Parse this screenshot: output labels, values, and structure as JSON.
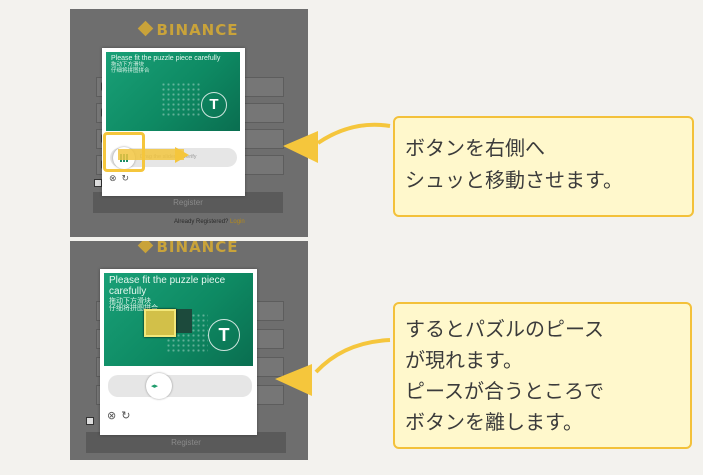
{
  "brand": {
    "name": "BINANCE"
  },
  "screenshot1": {
    "puzzle_title": "Please fit the puzzle piece carefully",
    "puzzle_subtitle_line1": "拖动下方滑块",
    "puzzle_subtitle_line2": "仔细将拼图拼合",
    "slider_text": "Drag the slider to verify",
    "register_label": "Register",
    "already_text": "Already Registered?",
    "login_label": "Login"
  },
  "screenshot2": {
    "puzzle_title": "Please fit the puzzle piece carefully",
    "puzzle_subtitle_line1": "拖动下方滑块",
    "puzzle_subtitle_line2": "仔细将拼图拼合",
    "register_label": "Register"
  },
  "coin_symbol": "T",
  "callout1": {
    "lines": [
      "ボタンを右側へ",
      "シュッと移動させます。"
    ]
  },
  "callout2": {
    "lines": [
      "するとパズルのピース",
      "が現れます。",
      "ピースが合うところで",
      "ボタンを離します。"
    ]
  },
  "colors": {
    "accent": "#f5c63c",
    "brand": "#c9a33a",
    "puzzle_green": "#139a70"
  }
}
